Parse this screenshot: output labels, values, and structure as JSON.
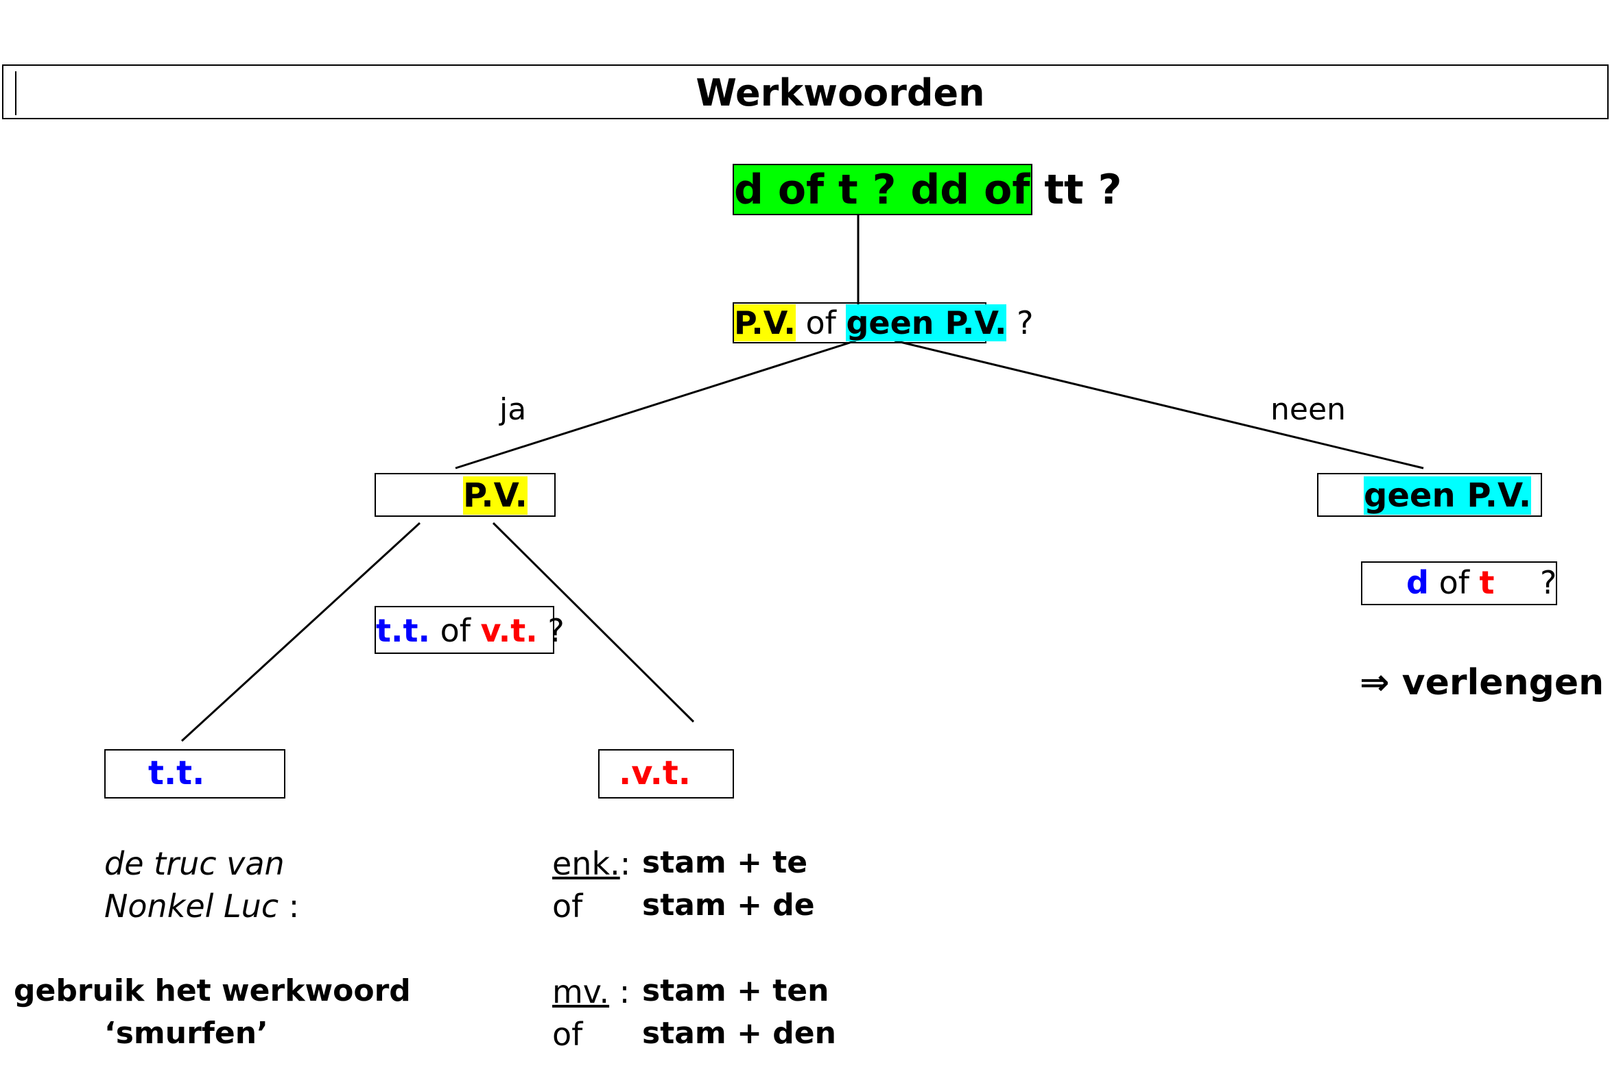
{
  "title": "Werkwoorden",
  "root": {
    "question": "d of t ? dd of tt ?",
    "color": "#00ff00"
  },
  "level1": {
    "pv": "P.V.",
    "of": "of",
    "geen_pv": "geen P.V.",
    "q": "?"
  },
  "branches": {
    "yes": "ja",
    "no": "neen"
  },
  "left_node": {
    "label": "P.V."
  },
  "right_node": {
    "label": "geen P.V."
  },
  "tense_question": {
    "tt": "t.t.",
    "of": "of",
    "vt": "v.t.",
    "q": "?"
  },
  "d_or_t": {
    "d": "d",
    "of": "of",
    "t": "t",
    "q": "?"
  },
  "verlengen": "⇒ verlengen !",
  "tt_node": {
    "label": "t.t."
  },
  "vt_node": {
    "label": ".v.t."
  },
  "truc": {
    "line1": "de truc van",
    "line2_italic": "Nonkel Luc",
    "line2_colon": " :"
  },
  "smurfen": {
    "line1": "gebruik het werkwoord",
    "line2": "‘smurfen’"
  },
  "vt_rules": {
    "enk_label": "enk.",
    "enk_colon": ":",
    "enk_rule": "stam + te",
    "enk_of": "of",
    "enk_alt": "stam + de",
    "mv_label": "mv.",
    "mv_colon": " :",
    "mv_rule": "stam + ten",
    "mv_of": "of",
    "mv_alt": "stam + den"
  },
  "colors": {
    "yellow": "#ffff00",
    "cyan": "#00ffff",
    "blue": "#0000ff",
    "red": "#ff0000",
    "green": "#00ff00"
  }
}
